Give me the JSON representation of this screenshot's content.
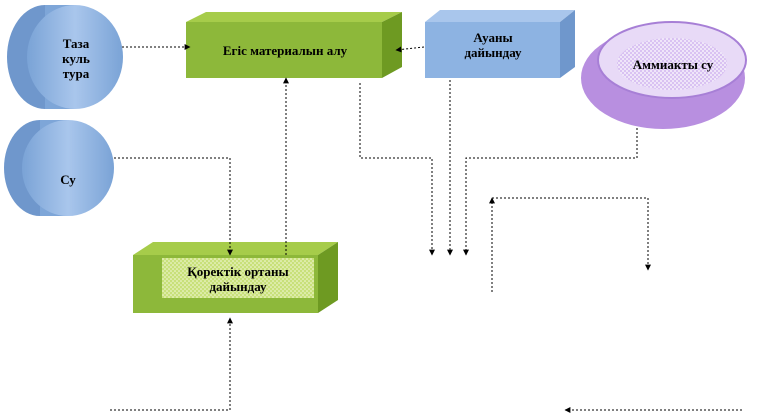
{
  "nodes": {
    "pure_culture": {
      "label": "Таза\nкуль\nтура",
      "color": "#8DB3E2"
    },
    "water": {
      "label": "Су",
      "color": "#8DB3E2"
    },
    "seed_material": {
      "label": "Егіс материалын алу",
      "color": "#8DB83A"
    },
    "air_prep": {
      "label": "Ауаны\nдайындау",
      "color": "#8DB3E2"
    },
    "nutrient_prep": {
      "label": "Қоректік ортаны\nдайындау",
      "color": "#8DB83A"
    },
    "ammonia_water": {
      "label": "Аммиакты су",
      "color": "#C5A3E8"
    }
  }
}
